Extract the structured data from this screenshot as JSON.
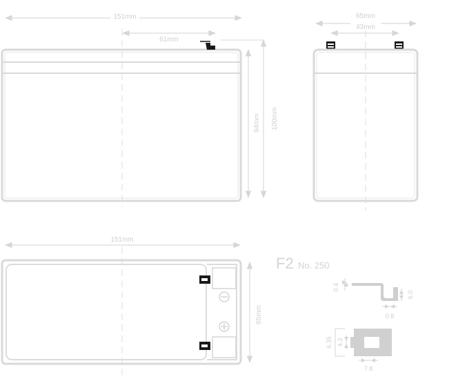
{
  "front_view": {
    "length": "151mm",
    "terminal_offset": "61mm",
    "height_case": "94mm",
    "height_total": "100mm"
  },
  "side_view": {
    "width": "65mm",
    "terminal_spacing": "43mm"
  },
  "top_view": {
    "length": "151mm",
    "width": "65mm"
  },
  "terminal": {
    "type": "F2",
    "number": "No. 250",
    "thickness": "0.4",
    "height": "6.0",
    "tab_thickness": "0.8",
    "outer_width": "6.35",
    "hole": "4.3",
    "tab_width": "7.8"
  },
  "colors": {
    "line": "#d9d9d9",
    "dim_line": "#dadada",
    "terminal_dark": "#1a1a1a"
  }
}
